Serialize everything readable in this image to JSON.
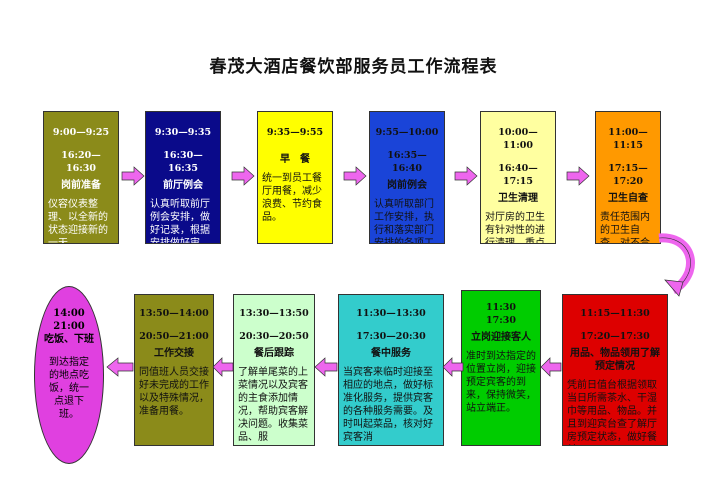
{
  "title": "春茂大酒店餐饮部服务员工作流程表",
  "row1": [
    {
      "time1": "9:00—9:25",
      "time2": "16:20—16:30",
      "name": "岗前准备",
      "desc": "仪容仪表整理、以全新的状态迎接新的一天。",
      "color": "#8b8b1a",
      "text": "#ffffff"
    },
    {
      "time1": "9:30—9:35",
      "time2": "16:30—16:35",
      "name": "前厅例会",
      "desc": "认真听取前厅例会安排，做好记录，根据安排做好审",
      "color": "#0a0a8a",
      "text": "#ffffff"
    },
    {
      "time1": "9:35—9:55",
      "time2": "",
      "name": "早　餐",
      "desc": "统一到员工餐厅用餐，减少浪费、节约食品。",
      "color": "#ffff00",
      "text": "#111111"
    },
    {
      "time1": "9:55—10:00",
      "time2": "16:35—16:40",
      "name": "岗前例会",
      "desc": "认真听取部门工作安排，执行和落实部门安排的各项工",
      "color": "#1a44d8",
      "text": "#111111"
    },
    {
      "time1": "10:00—11:00",
      "time2": "16:40—17:15",
      "name": "卫生清理",
      "desc": "对厅房的卫生有针对性的进行清理，重点以环境卫生为主，达到空气",
      "color": "#ffffa0",
      "text": "#111111"
    },
    {
      "time1": "11:00—11:15",
      "time2": "17:15—17:20",
      "name": "卫生自查",
      "desc": "责任范围内的卫生自查，对不合格的区域立即整",
      "color": "#ff9900",
      "text": "#111111"
    }
  ],
  "row2": [
    {
      "time1": "11:15—11:30",
      "time2": "17:20—17:30",
      "name": "用品、物品领用了解预定情况",
      "desc": "凭前日值台根据领取当日所需茶水、干湿巾等用品、物品。并且到迎宾台查了解厅房预定状态，做好餐前",
      "color": "#dd0000",
      "text": "#111111"
    },
    {
      "time1": "11:30",
      "time2": "17:30",
      "name": "立岗迎接客人",
      "desc": "准时到达指定的位置立岗，迎接预定宾客的到来，保持微笑，站立端正。",
      "color": "#00cc00",
      "text": "#111111"
    },
    {
      "time1": "11:30—13:30",
      "time2": "17:30—20:30",
      "name": "餐中服务",
      "desc": "当宾客来临时迎接至相应的地点，做好标准化服务，提供宾客的各种服务需要。及时叫起菜品，核对好宾客消",
      "color": "#33cccc",
      "text": "#111111"
    },
    {
      "time1": "13:30—13:50",
      "time2": "20:30—20:50",
      "name": "餐后跟踪",
      "desc": "了解单尾菜的上菜情况以及宾客的主食添加情况，帮助宾客解决问题。收集菜品、服",
      "color": "#ccffcc",
      "text": "#111111"
    },
    {
      "time1": "13:50—14:00",
      "time2": "20:50—21:00",
      "name": "工作交接",
      "desc": "同值班人员交接好未完成的工作以及特殊情况，准备用餐。",
      "color": "#8b8b1a",
      "text": "#111111"
    }
  ],
  "end": {
    "time1": "14:00",
    "time2": "21:00",
    "name": "吃饭、下班",
    "desc": "到达指定的地点吃饭，统一点退下班。"
  }
}
